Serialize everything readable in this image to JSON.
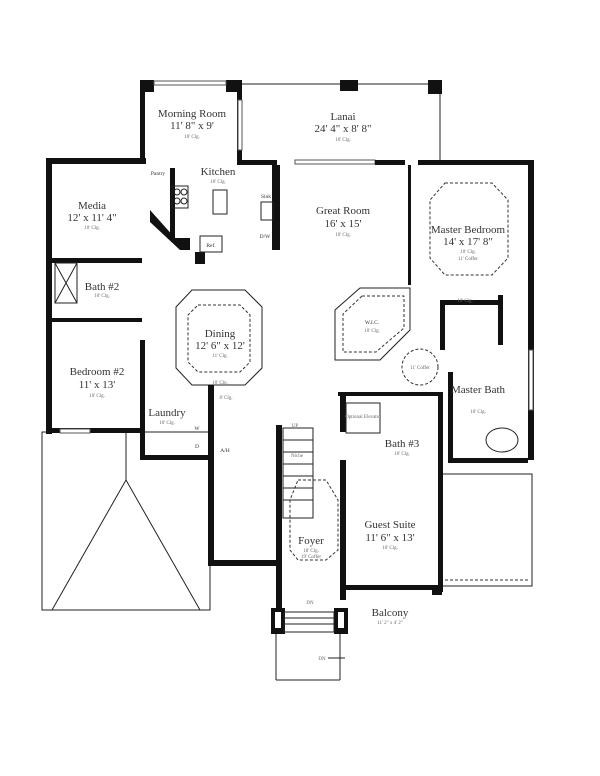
{
  "rooms": {
    "morning_room": {
      "name": "Morning Room",
      "dims": "11' 8\" x 9'",
      "ceiling": "10' Clg."
    },
    "lanai": {
      "name": "Lanai",
      "dims": "24' 4\" x 8' 8\"",
      "ceiling": "10' Clg."
    },
    "kitchen": {
      "name": "Kitchen",
      "ceiling": "10' Clg."
    },
    "pantry": {
      "name": "Pantry"
    },
    "media": {
      "name": "Media",
      "dims": "12' x 11' 4\"",
      "ceiling": "10' Clg."
    },
    "great_room": {
      "name": "Great Room",
      "dims": "16' x 15'",
      "ceiling": "10' Clg."
    },
    "master_bedroom": {
      "name": "Master Bedroom",
      "dims": "14' x 17' 8\"",
      "ceiling": "10' Clg.",
      "coffer": "11' Coffer",
      "ceiling2": "10' Clg."
    },
    "bath2": {
      "name": "Bath #2",
      "ceiling": "10' Clg."
    },
    "wic": {
      "name": "W.I.C.",
      "ceiling": "10' Clg."
    },
    "dining": {
      "name": "Dining",
      "dims": "12' 6\" x 12'",
      "ceiling": "11' Clg.",
      "ceiling2": "10' Clg.",
      "ceiling3": "8' Clg."
    },
    "bedroom2": {
      "name": "Bedroom #2",
      "dims": "11' x 13'",
      "ceiling": "10' Clg."
    },
    "hall_coffer": {
      "name": "11' Coffer"
    },
    "master_bath": {
      "name": "Master Bath",
      "ceiling": "10' Clg."
    },
    "laundry": {
      "name": "Laundry",
      "ceiling": "10' Clg."
    },
    "elevator": {
      "name": "Optional Elevator"
    },
    "bath3": {
      "name": "Bath #3",
      "ceiling": "10' Clg."
    },
    "guest_suite": {
      "name": "Guest Suite",
      "dims": "11' 6\" x 13'",
      "ceiling": "10' Clg."
    },
    "foyer": {
      "name": "Foyer",
      "ceiling": "18' Clg.",
      "coffer": "19' Coffer"
    },
    "balcony": {
      "name": "Balcony",
      "dims": "11' 2\" x 4' 2\""
    }
  },
  "fixtures": {
    "sink": "Sink",
    "dw": "D/W",
    "ref": "Ref.",
    "washer": "W",
    "dryer": "D",
    "ah": "A/H",
    "niche": "Niche"
  },
  "stairs": {
    "up": "UP",
    "dn_top": "DN",
    "dn_entry": "DN"
  }
}
